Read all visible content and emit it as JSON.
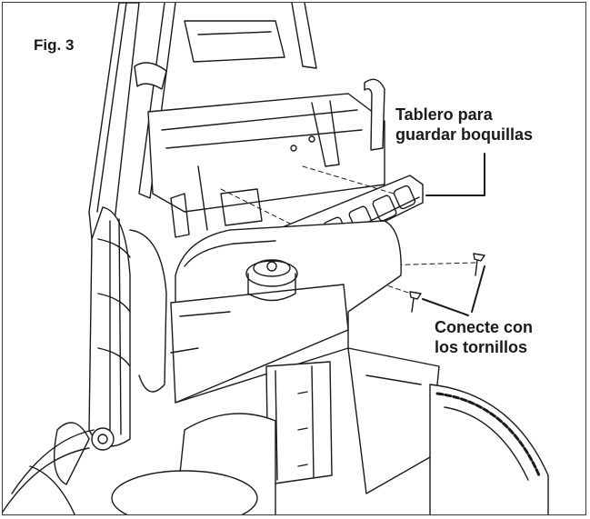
{
  "figure": {
    "label": "Fig. 3"
  },
  "callouts": {
    "nozzle_board": {
      "line1": "Tablero para",
      "line2": "guardar boquillas"
    },
    "screws": {
      "line1": "Conecte con",
      "line2": "los tornillos"
    }
  },
  "colors": {
    "ink": "#1a1a1a",
    "frame": "#3a3a3a",
    "background": "#ffffff"
  }
}
